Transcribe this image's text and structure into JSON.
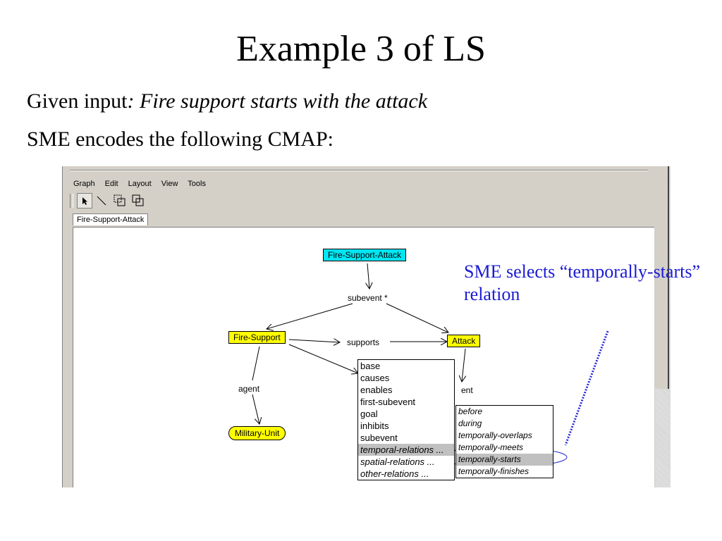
{
  "slide": {
    "title": "Example 3 of LS",
    "line1_prefix": "Given input",
    "line1_italic": ": Fire support starts with the attack",
    "line2": "SME encodes the following CMAP:"
  },
  "window": {
    "menu": [
      "Graph",
      "Edit",
      "Layout",
      "View",
      "Tools"
    ],
    "tools": [
      "pointer-tool-icon",
      "line-tool-icon",
      "group-tool-icon",
      "ungroup-tool-icon"
    ],
    "tab": "Fire-Support-Attack"
  },
  "graph": {
    "nodes": {
      "fire_support_attack": "Fire-Support-Attack",
      "fire_support": "Fire-Support",
      "attack": "Attack",
      "military_unit": "Military-Unit"
    },
    "relations": {
      "subevent": "subevent *",
      "supports": "supports",
      "agent": "agent",
      "ent": "ent"
    }
  },
  "popup_menu": {
    "items": [
      "base",
      "causes",
      "enables",
      "first-subevent",
      "goal",
      "inhibits",
      "subevent",
      "temporal-relations ...",
      "spatial-relations ...",
      "other-relations ..."
    ],
    "highlighted": "temporal-relations ..."
  },
  "submenu": {
    "items": [
      "before",
      "during",
      "temporally-overlaps",
      "temporally-meets",
      "temporally-starts",
      "temporally-finishes"
    ],
    "highlighted": "temporally-starts"
  },
  "callout": {
    "text": "SME selects “temporally-starts” relation"
  },
  "colors": {
    "cyan_node": "#00e5f2",
    "yellow_node": "#ffff00",
    "callout_text": "#1a1ad6",
    "callout_line": "#2a2ad8",
    "highlight": "#c0c0c0"
  }
}
